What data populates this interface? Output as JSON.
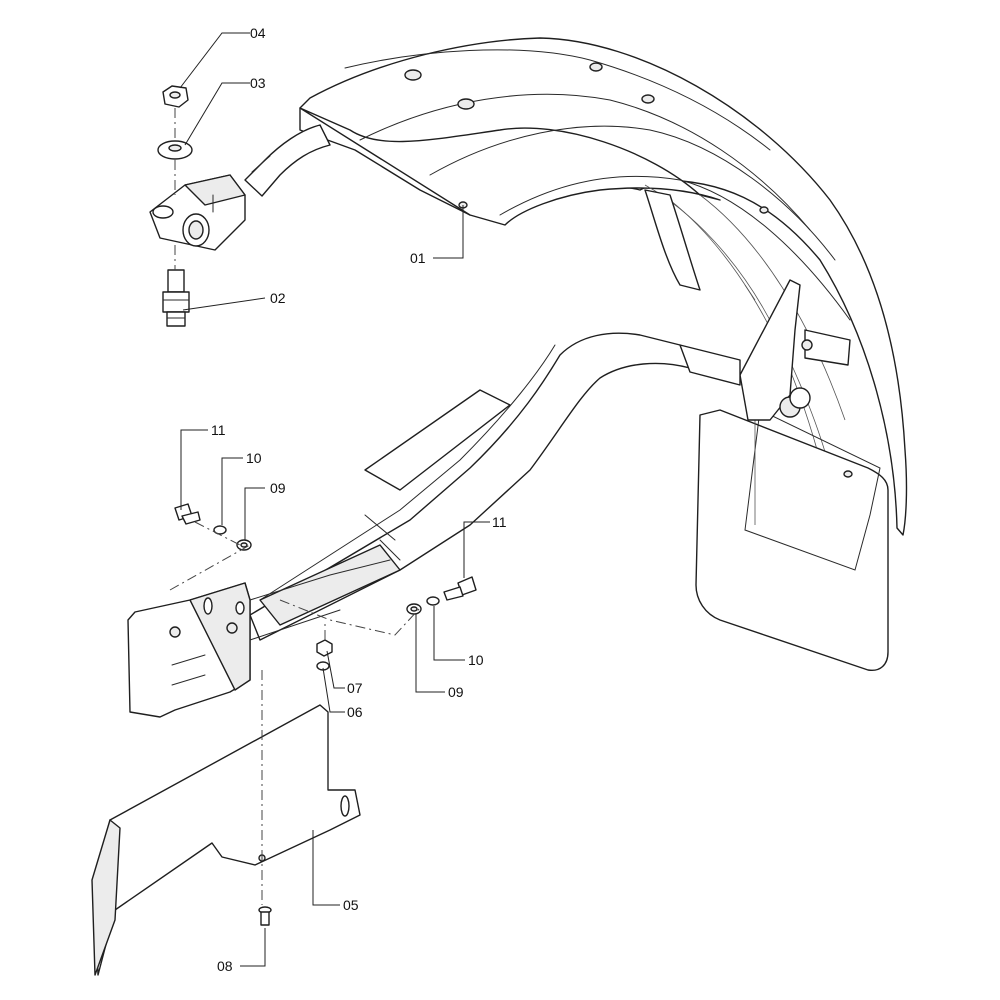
{
  "callouts": {
    "c01": "01",
    "c02": "02",
    "c03": "03",
    "c04": "04",
    "c05": "05",
    "c06": "06",
    "c07": "07",
    "c08": "08",
    "c09a": "09",
    "c09b": "09",
    "c10a": "10",
    "c10b": "10",
    "c11a": "11",
    "c11b": "11"
  }
}
